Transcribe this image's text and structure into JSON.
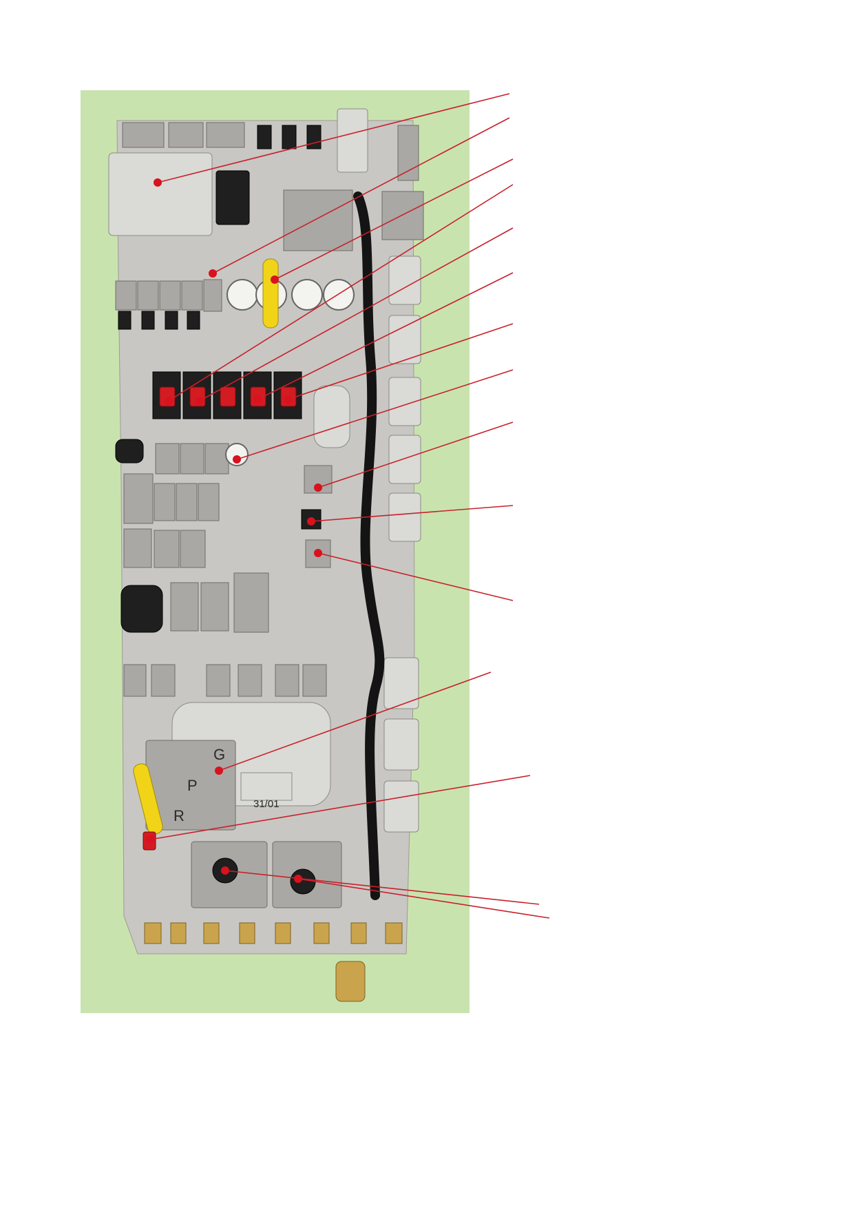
{
  "colors": {
    "background": "#c9e3ae",
    "panel": "#c8c7c3",
    "panel_dark": "#9d9b96",
    "leader_line": "#c8202a",
    "marker": "#d8121e",
    "breaker_red": "#d21c22",
    "handle_yellow": "#f1d418",
    "cable": "#141414"
  },
  "valve_block": {
    "letters": [
      "G",
      "P",
      "R"
    ],
    "plate_text": "31/01"
  },
  "callouts": [
    {
      "id": 1,
      "target": "housing-top-left",
      "label": ""
    },
    {
      "id": 2,
      "target": "switch-row-upper",
      "label": ""
    },
    {
      "id": 3,
      "target": "yellow-handle-upper",
      "label": ""
    },
    {
      "id": 4,
      "target": "breaker-1",
      "label": ""
    },
    {
      "id": 5,
      "target": "breaker-2",
      "label": ""
    },
    {
      "id": 6,
      "target": "breaker-4",
      "label": ""
    },
    {
      "id": 7,
      "target": "breaker-5",
      "label": ""
    },
    {
      "id": 8,
      "target": "pressure-gauge",
      "label": ""
    },
    {
      "id": 9,
      "target": "valve-middle-a",
      "label": ""
    },
    {
      "id": 10,
      "target": "valve-middle-b",
      "label": ""
    },
    {
      "id": 11,
      "target": "valve-middle-c",
      "label": ""
    },
    {
      "id": 12,
      "target": "valve-block-gpr",
      "label": ""
    },
    {
      "id": 13,
      "target": "lever-red",
      "label": ""
    },
    {
      "id": 14,
      "target": "filter-left",
      "label": ""
    },
    {
      "id": 15,
      "target": "filter-right",
      "label": ""
    }
  ]
}
